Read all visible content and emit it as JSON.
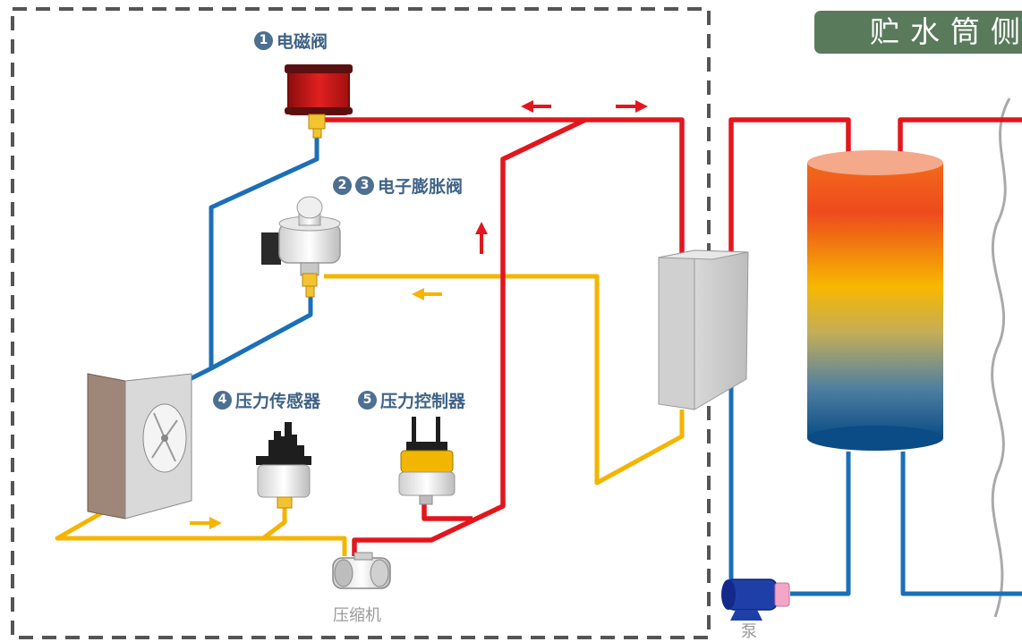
{
  "header": {
    "title": "贮水筒侧"
  },
  "labels": {
    "solenoid_valve": {
      "num": "1",
      "text": "电磁阀"
    },
    "expansion_valve": {
      "num_a": "2",
      "num_b": "3",
      "text": "电子膨胀阀"
    },
    "pressure_sensor": {
      "num": "4",
      "text": "压力传感器"
    },
    "pressure_controller": {
      "num": "5",
      "text": "压力控制器"
    },
    "compressor": "压缩机",
    "pump": "泵"
  },
  "colors": {
    "hot_pipe": "#e3161d",
    "liquid_pipe": "#f5b400",
    "water_pipe": "#1b6fb8",
    "badge": "#4d6f91",
    "header_bg": "#5a7a5c",
    "dashed_border": "#555555"
  },
  "icons": {
    "solenoid_valve": "solenoid-valve-icon",
    "expansion_valve": "expansion-valve-icon",
    "pressure_sensor": "pressure-sensor-icon",
    "pressure_controller": "pressure-controller-icon",
    "compressor": "compressor-icon",
    "evaporator": "evaporator-fan-icon",
    "heat_exchanger": "plate-heat-exchanger-icon",
    "water_tank": "water-tank-icon",
    "pump": "pump-icon",
    "flow_arrow": "arrow-icon"
  }
}
